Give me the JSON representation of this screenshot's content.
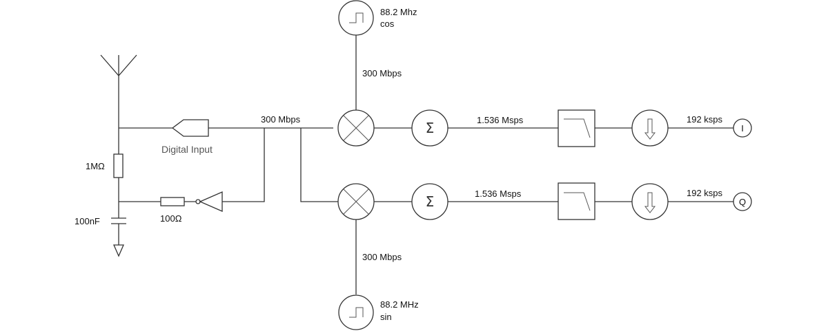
{
  "labels": {
    "osc_top_freq": "88.2 Mhz",
    "osc_top_type": "cos",
    "osc_bottom_freq": "88.2 MHz",
    "osc_bottom_type": "sin",
    "rate_top_osc": "300 Mbps",
    "rate_bottom_osc": "300 Mbps",
    "rate_input": "300 Mbps",
    "rate_mid_i": "1.536 Msps",
    "rate_mid_q": "1.536 Msps",
    "rate_out_i": "192 ksps",
    "rate_out_q": "192 ksps",
    "digital_input": "Digital Input",
    "resistor_1m": "1MΩ",
    "resistor_100": "100Ω",
    "capacitor": "100nF",
    "output_i": "I",
    "output_q": "Q",
    "sum_symbol": "Σ"
  }
}
